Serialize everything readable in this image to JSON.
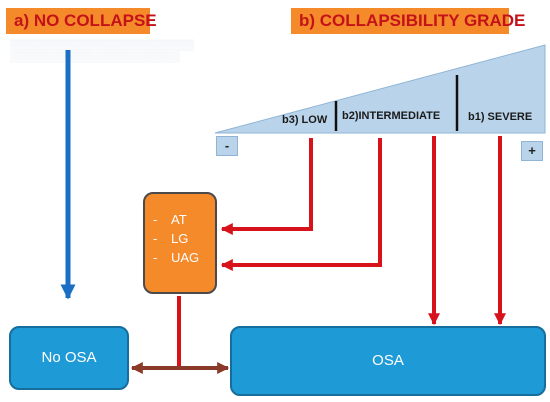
{
  "titles": {
    "no_collapse": "a) NO COLLAPSE",
    "collapsibility_grade": "b) COLLAPSIBILITY GRADE"
  },
  "grades": {
    "low": "b3) LOW",
    "intermediate": "b2)INTERMEDIATE",
    "severe": "b1) SEVERE"
  },
  "scale": {
    "minus": "-",
    "plus": "+"
  },
  "factors": {
    "bullet": "-",
    "items": [
      "AT",
      "LG",
      "UAG"
    ]
  },
  "outcomes": {
    "no_osa": "No OSA",
    "osa": "OSA"
  },
  "colors": {
    "title_fill": "#f58a2a",
    "title_text": "#c4121a",
    "wedge_fill": "#b9d4ea",
    "factor_fill": "#f58a2a",
    "outcome_fill": "#1e9ad6",
    "blue_arrow": "#1a6fc4",
    "red_arrow": "#d8121a",
    "brown_connector": "#8b3a2a"
  }
}
